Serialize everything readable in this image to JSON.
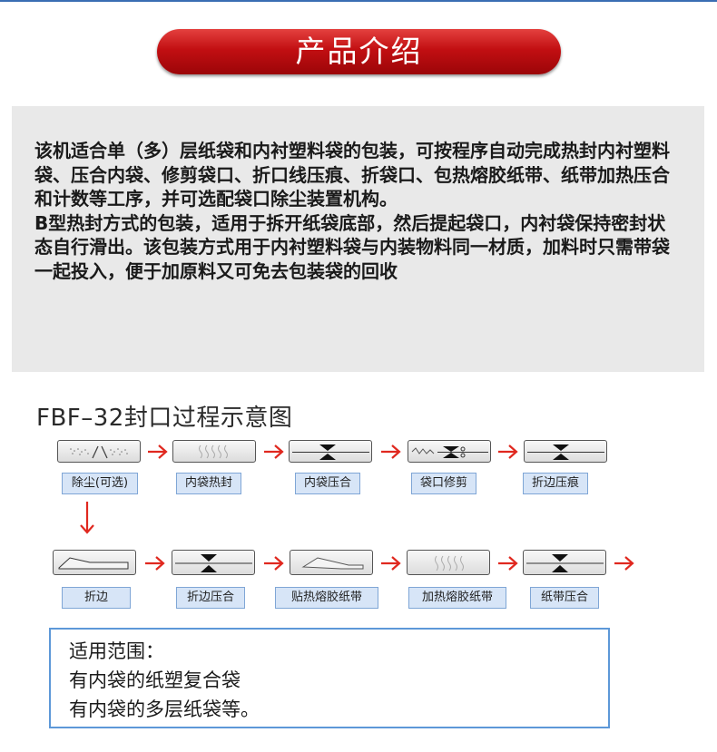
{
  "banner": {
    "title": "产品介绍"
  },
  "intro": {
    "paragraphs": [
      "该机适合单（多）层纸袋和内衬塑料袋的包装，可按程序自动完成热封内衬塑料袋、压合内袋、修剪袋口、折口线压痕、折袋口、包热熔胶纸带、纸带加热压合和计数等工序，并可选配袋口除尘装置机构。",
      "B型热封方式的包装，适用于拆开纸袋底部，然后提起袋口，内衬袋保持密封状态自行滑出。该包装方式用于内衬塑料袋与内装物料同一材质，加料时只需带袋一起投入，便于加原料又可免去包装袋的回收"
    ]
  },
  "diagram": {
    "title": "FBF–32封口过程示意图",
    "row1": [
      {
        "label": "除尘(可选)",
        "icon": "dust-removal-icon"
      },
      {
        "label": "内袋热封",
        "icon": "heat-seal-waves-icon"
      },
      {
        "label": "内袋压合",
        "icon": "press-jaws-icon"
      },
      {
        "label": "袋口修剪",
        "icon": "scissors-trim-icon"
      },
      {
        "label": "折边压痕",
        "icon": "crease-press-icon"
      }
    ],
    "row2": [
      {
        "label": "折边",
        "icon": "fold-edge-icon"
      },
      {
        "label": "折边压合",
        "icon": "press-jaws-icon"
      },
      {
        "label": "贴热熔胶纸带",
        "icon": "tape-apply-icon"
      },
      {
        "label": "加热熔胶纸带",
        "icon": "heat-waves-icon"
      },
      {
        "label": "纸带压合",
        "icon": "press-jaws-icon"
      }
    ]
  },
  "scope": {
    "heading": "适用范围：",
    "items": [
      "有内袋的纸塑复合袋",
      "有内袋的多层纸袋等。"
    ]
  },
  "colors": {
    "banner_red": "#c20f12",
    "arrow_red": "#e0281f",
    "label_blue": "#d7e5f7",
    "scope_border": "#5d98d8"
  }
}
